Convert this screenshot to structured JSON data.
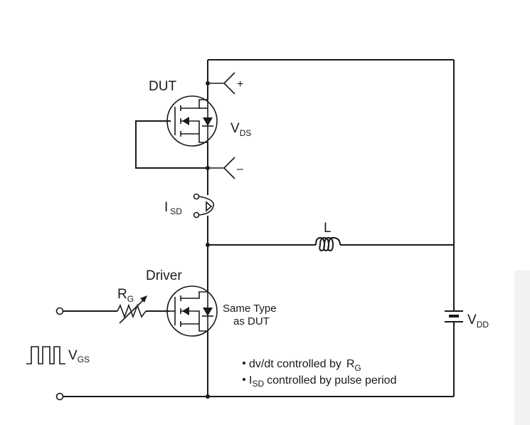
{
  "labels": {
    "dut": "DUT",
    "vds_main": "V",
    "vds_sub": "DS",
    "plus": "+",
    "minus": "–",
    "isd_main": "I",
    "isd_sub": "SD",
    "inductor": "L",
    "driver": "Driver",
    "rg_main": "R",
    "rg_sub": "G",
    "same_type_1": "Same Type",
    "same_type_2": "as DUT",
    "vdd_main": "V",
    "vdd_sub": "DD",
    "vgs_main": "V",
    "vgs_sub": "GS"
  },
  "notes": {
    "note1_text": "dv/dt controlled by",
    "note1_rg_main": "R",
    "note1_rg_sub": "G",
    "note2_isd_main": "I",
    "note2_isd_sub": "SD",
    "note2_text": "controlled by pulse period"
  }
}
